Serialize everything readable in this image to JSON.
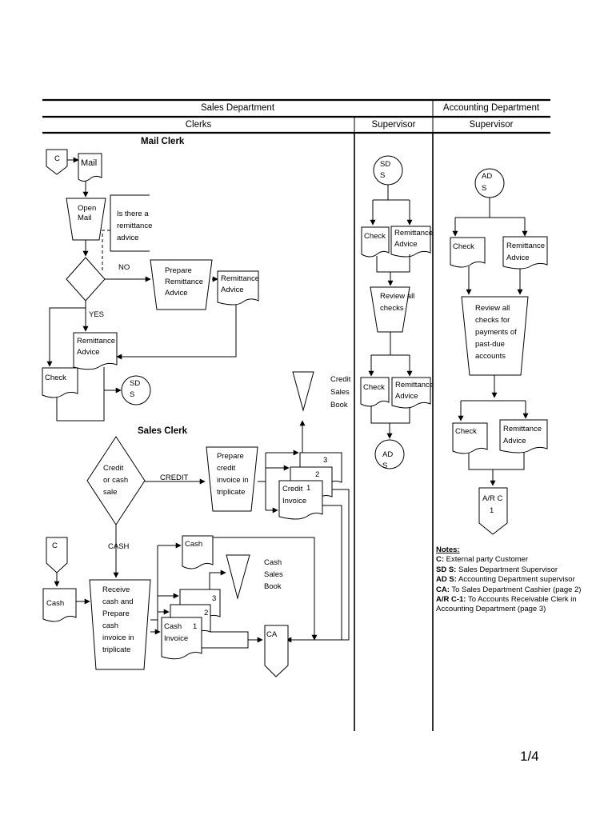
{
  "header": {
    "sales_department": "Sales Department",
    "accounting_department": "Accounting Department",
    "clerks": "Clerks",
    "supervisor_sales": "Supervisor",
    "supervisor_accounting": "Supervisor"
  },
  "mail_clerk": {
    "title": "Mail Clerk",
    "connector_c": "C",
    "mail": "Mail",
    "open_mail": [
      "Open",
      "Mail"
    ],
    "annotation": [
      "Is there a",
      "remittance",
      "advice"
    ],
    "no_label": "NO",
    "yes_label": "YES",
    "prepare_remittance": [
      "Prepare",
      "Remittance",
      "Advice"
    ],
    "remittance_advice_out": [
      "Remittance",
      "Advice"
    ],
    "remittance_advice": [
      "Remittance",
      "Advice"
    ],
    "check": "Check",
    "sds_connector": [
      "SD",
      "S"
    ]
  },
  "sales_clerk": {
    "title": "Sales Clerk",
    "decision": [
      "Credit",
      "or cash",
      "sale"
    ],
    "credit_label": "CREDIT",
    "cash_label": "CASH",
    "prepare_credit_invoice": [
      "Prepare",
      "credit",
      "invoice in",
      "triplicate"
    ],
    "credit_invoice_copies": [
      "3",
      "2",
      "1"
    ],
    "credit_invoice": [
      "Credit",
      "Invoice"
    ],
    "credit_sales_book": [
      "Credit",
      "Sales",
      "Book"
    ],
    "connector_c": "C",
    "cash_doc": "Cash",
    "receive_cash": [
      "Receive",
      "cash and",
      "Prepare",
      "cash",
      "invoice in",
      "triplicate"
    ],
    "cash_out": "Cash",
    "cash_invoice_copies": [
      "3",
      "2",
      "1"
    ],
    "cash_invoice": [
      "Cash",
      "Invoice"
    ],
    "cash_sales_book": [
      "Cash",
      "Sales",
      "Book"
    ],
    "ca_connector": "CA"
  },
  "sales_supervisor": {
    "sds_connector": [
      "SD",
      "S"
    ],
    "check": "Check",
    "remittance_advice": [
      "Remittance",
      "Advice"
    ],
    "review": [
      "Review all",
      "checks"
    ],
    "check_out": "Check",
    "remittance_advice_out": [
      "Remittance",
      "Advice"
    ],
    "ads_connector": [
      "AD",
      "S"
    ]
  },
  "accounting_supervisor": {
    "ads_connector": [
      "AD",
      "S"
    ],
    "check": "Check",
    "remittance_advice": [
      "Remittance",
      "Advice"
    ],
    "review": [
      "Review all",
      "checks for",
      "payments of",
      "past-due",
      "accounts"
    ],
    "check_out": "Check",
    "remittance_advice_out": [
      "Remittance",
      "Advice"
    ],
    "arc_connector": [
      "A/R C",
      "1"
    ]
  },
  "notes": {
    "heading": "Notes:",
    "items": [
      {
        "key": "C:",
        "text": " External party Customer"
      },
      {
        "key": "SD S:",
        "text": " Sales Department Supervisor"
      },
      {
        "key": "AD S:",
        "text": " Accounting Department supervisor"
      },
      {
        "key": "CA:",
        "text": " To Sales Department Cashier (page 2)"
      },
      {
        "key": "A/R C-1:",
        "text": " To Accounts Receivable Clerk in Accounting Department (page 3)"
      }
    ]
  },
  "page_number": "1/4"
}
